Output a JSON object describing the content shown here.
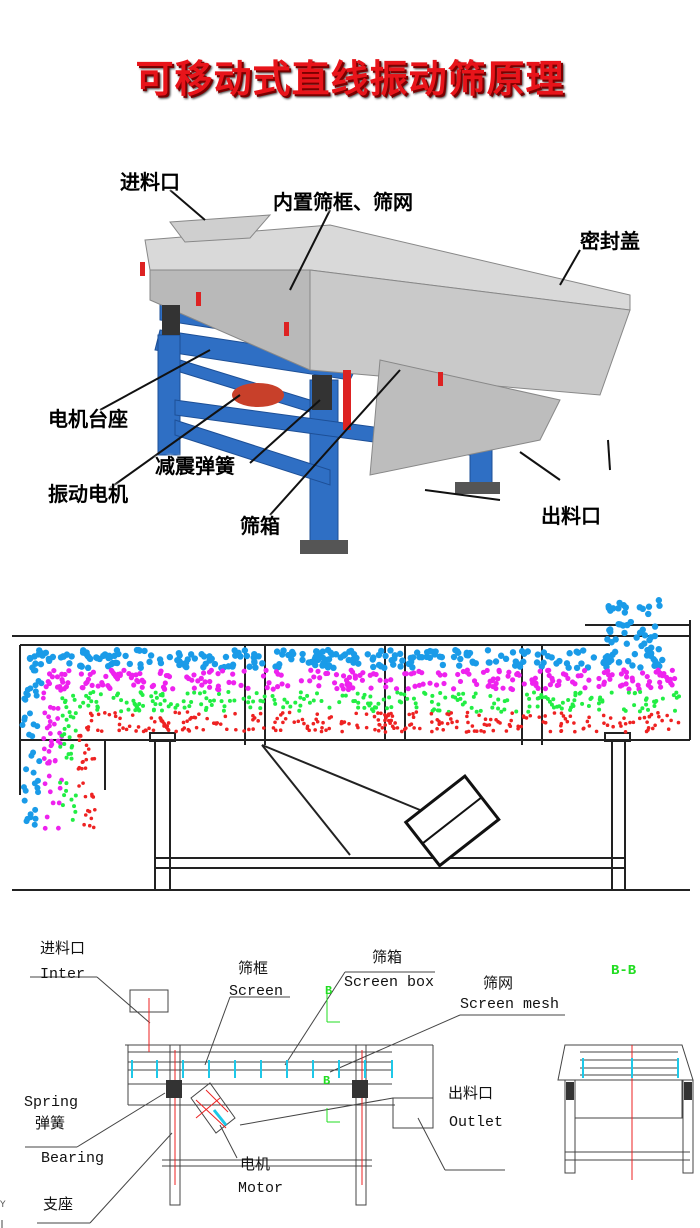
{
  "title": "可移动式直线振动筛原理",
  "photo_labels": {
    "inlet": "进料口",
    "inner_frame": "内置筛框、筛网",
    "seal_cover": "密封盖",
    "motor_base": "电机台座",
    "damping_spring": "减震弹簧",
    "vibration_motor": "振动电机",
    "screen_box": "筛箱",
    "outlet": "出料口"
  },
  "cad_labels": {
    "inlet_cn": "进料口",
    "inlet_en": "Inter",
    "screen_cn": "筛框",
    "screen_en": "Screen",
    "box_cn": "筛箱",
    "box_en": "Screen box",
    "mesh_cn": "筛网",
    "mesh_en": "Screen mesh",
    "spring_cn": "弹簧",
    "spring_en": "Spring",
    "bearing_cn": "支座",
    "bearing_en": "Bearing",
    "motor_cn": "电机",
    "motor_en": "Motor",
    "outlet_cn": "出料口",
    "outlet_en": "Outlet",
    "section_title": "B-B",
    "section_mark_top": "B",
    "section_mark_bottom": "B",
    "axis_y": "Y"
  },
  "colors": {
    "title": "#e8141a",
    "frame_blue": "#2f6fc4",
    "dot_blue": "#1a9be8",
    "dot_magenta": "#ee22ee",
    "dot_green": "#22ee44",
    "dot_red": "#ee2222"
  }
}
